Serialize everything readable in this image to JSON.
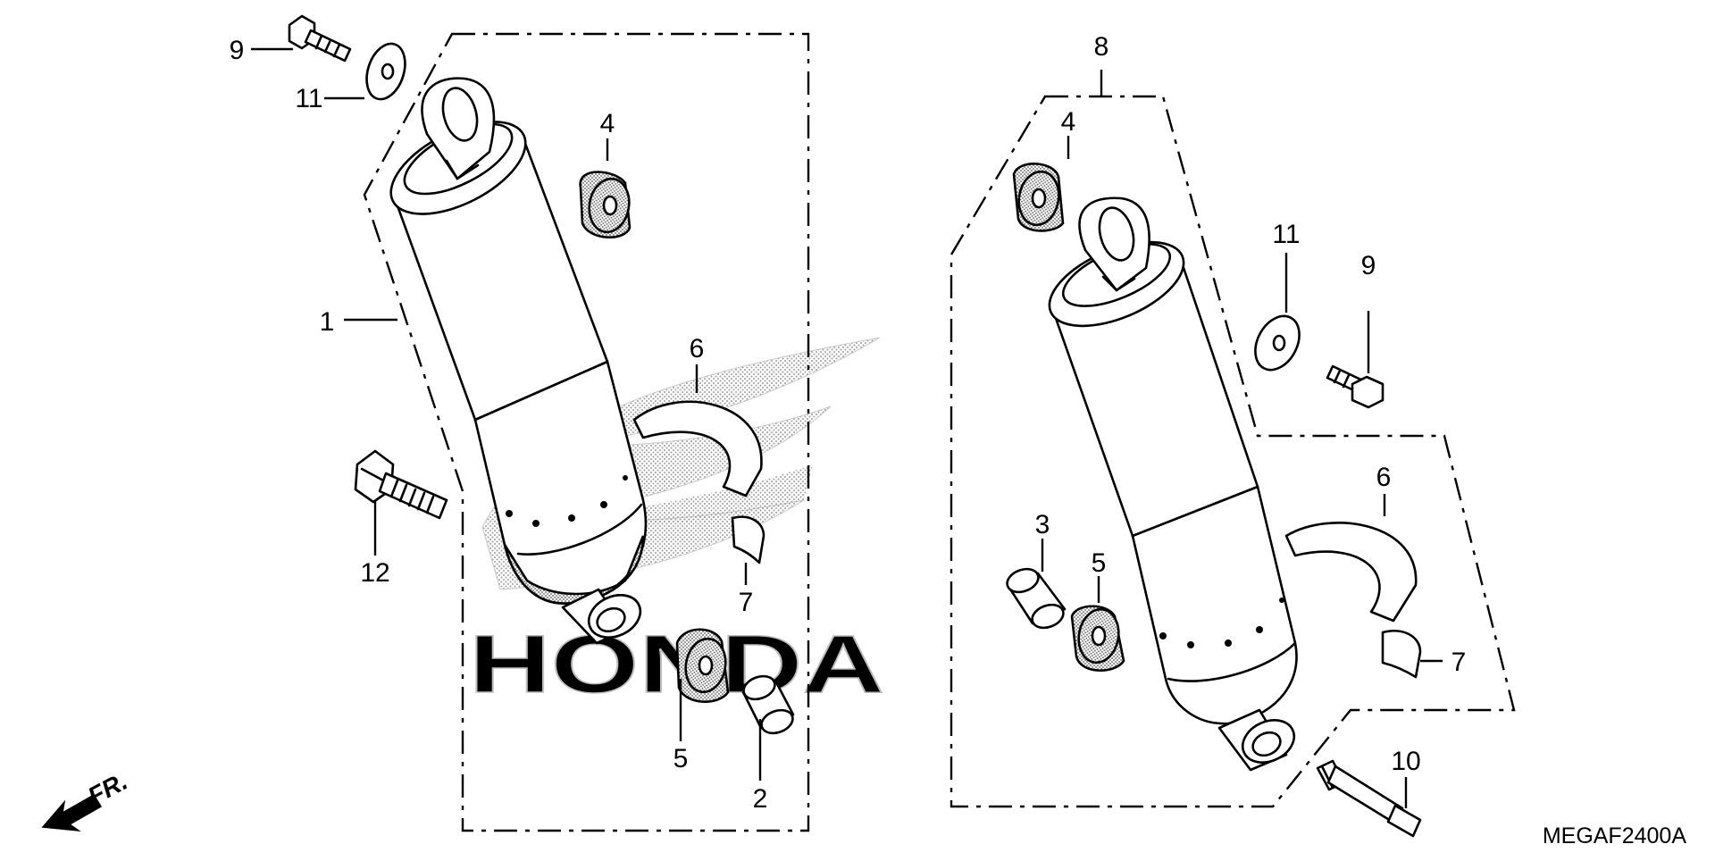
{
  "diagram": {
    "watermark_text": "HONDA",
    "catalog_code": "MEGAF2400A",
    "front_indicator": {
      "label": "FR.",
      "icon": "front-direction-arrow-icon"
    },
    "assemblies": [
      {
        "side": "left",
        "callouts": [
          "1",
          "2",
          "4",
          "5",
          "6",
          "7",
          "9",
          "11",
          "12"
        ]
      },
      {
        "side": "right",
        "callouts": [
          "3",
          "4",
          "5",
          "6",
          "7",
          "8",
          "9",
          "10",
          "11"
        ]
      }
    ]
  }
}
